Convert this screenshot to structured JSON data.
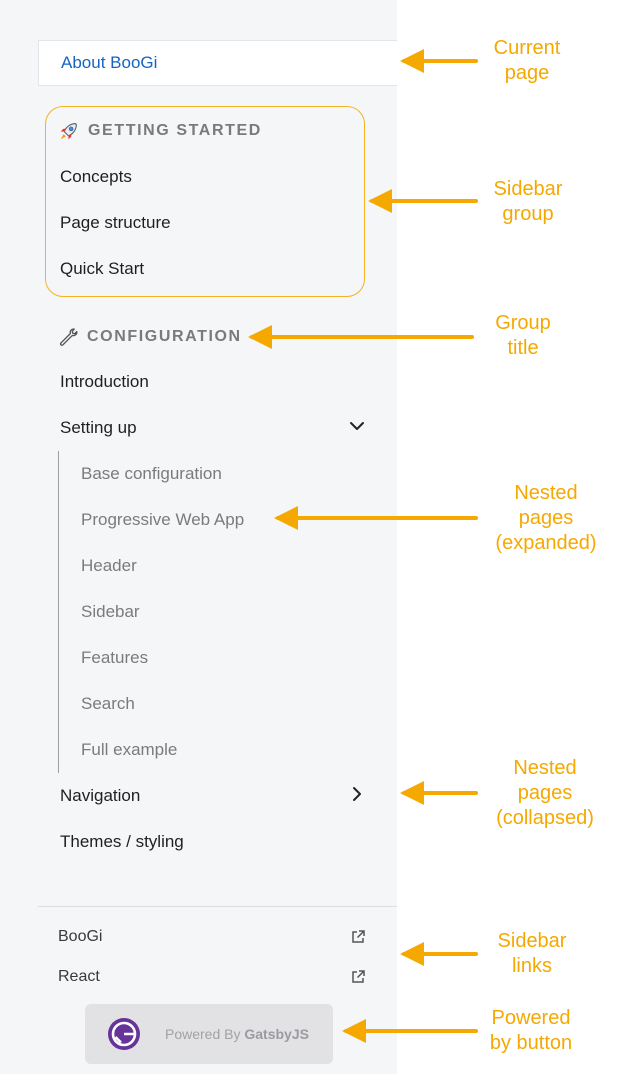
{
  "sidebar": {
    "current_page": "About BooGi",
    "groups": [
      {
        "title": "GETTING STARTED",
        "icon": "rocket-icon",
        "items": [
          "Concepts",
          "Page structure",
          "Quick Start"
        ]
      },
      {
        "title": "CONFIGURATION",
        "icon": "wrench-icon",
        "items": [
          "Introduction",
          "Setting up",
          "Navigation",
          "Themes / styling"
        ],
        "setting_up_children": [
          "Base configuration",
          "Progressive Web App",
          "Header",
          "Sidebar",
          "Features",
          "Search",
          "Full example"
        ]
      }
    ],
    "links": [
      {
        "label": "BooGi",
        "icon": "external-link-icon"
      },
      {
        "label": "React",
        "icon": "external-link-icon"
      }
    ],
    "powered": {
      "prefix": "Powered By ",
      "brand": "GatsbyJS",
      "icon": "gatsby-logo-icon"
    }
  },
  "annotations": {
    "current_page": "Current\npage",
    "sidebar_group": "Sidebar\ngroup",
    "group_title": "Group\ntitle",
    "nested_expanded": "Nested\npages\n(expanded)",
    "nested_collapsed": "Nested\npages\n(collapsed)",
    "sidebar_links": "Sidebar\nlinks",
    "powered_by": "Powered\nby button"
  },
  "colors": {
    "accent": "#f5a800",
    "current_link": "#1565c0",
    "sidebar_bg": "#f5f6f8"
  }
}
